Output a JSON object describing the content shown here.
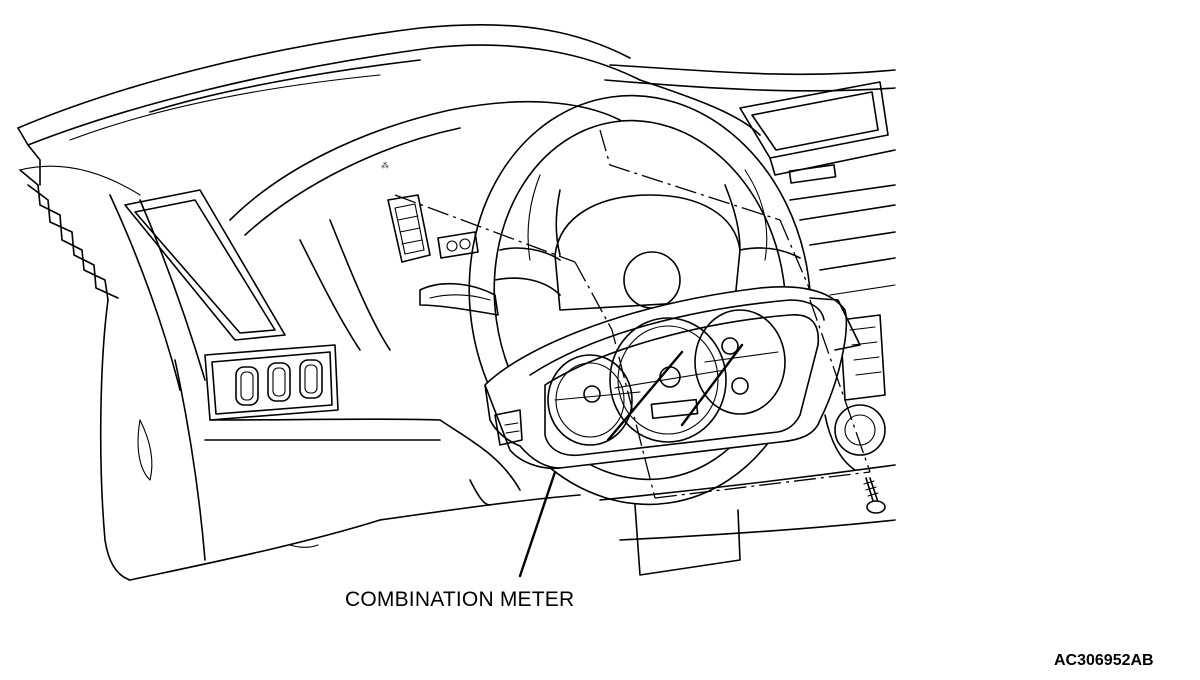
{
  "diagram": {
    "callouts": [
      {
        "label": "COMBINATION METER"
      }
    ],
    "figure_id": "AC306952AB",
    "parts_depicted": [
      "dashboard",
      "steering-wheel",
      "combination-meter",
      "screw",
      "air-vent",
      "switch-panel",
      "center-display"
    ]
  }
}
